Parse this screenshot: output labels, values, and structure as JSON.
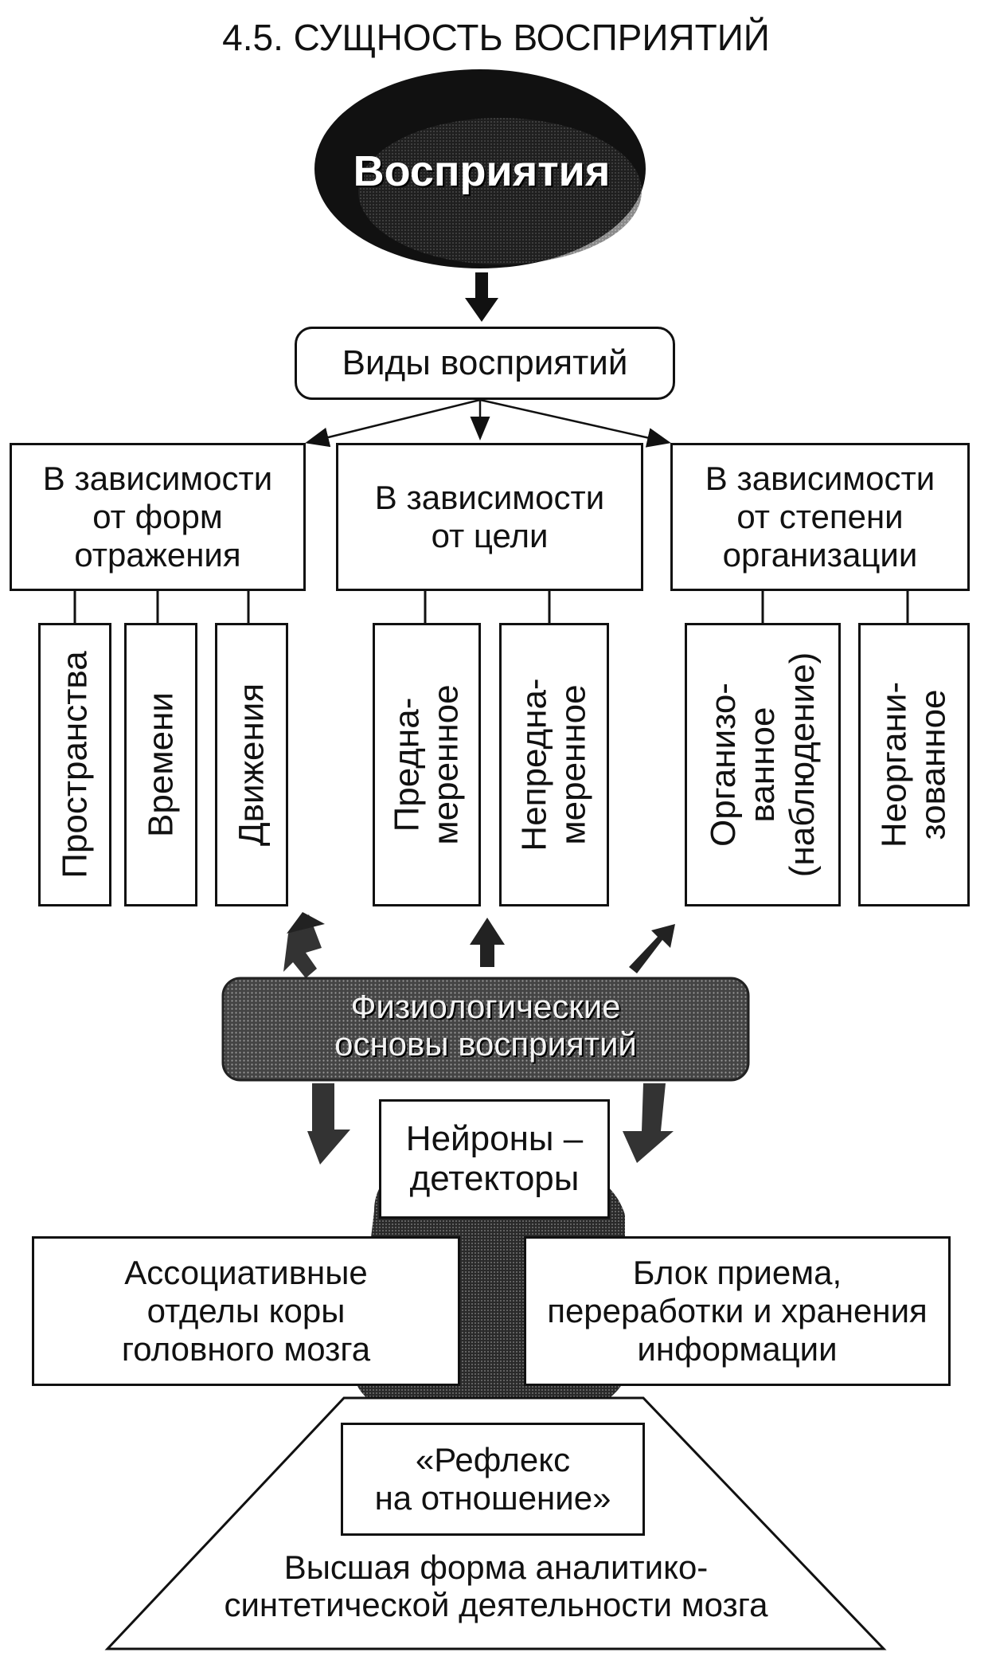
{
  "title": "4.5. СУЩНОСТЬ ВОСПРИЯТИЙ",
  "center_ellipse": "Восприятия",
  "types_box": "Виды восприятий",
  "categories": [
    {
      "label": "В зависимости\nот форм\nотражения",
      "items": [
        "Пространства",
        "Времени",
        "Движения"
      ]
    },
    {
      "label": "В зависимости\nот цели",
      "items": [
        "Предна-\nмеренное",
        "Непредна-\nмеренное"
      ]
    },
    {
      "label": "В зависимости\nот степени\nорганизации",
      "items": [
        "Организо-\nванное\n(наблюдение)",
        "Неоргани-\nзованное"
      ]
    }
  ],
  "physiology_banner": "Физиологические\nосновы восприятий",
  "neurons_box": "Нейроны –\nдетекторы",
  "left_block": "Ассоциативные\nотделы коры\nголовного мозга",
  "right_block": "Блок приема,\nпереработки и хранения\nинформации",
  "reflex_box": "«Рефлекс\nна отношение»",
  "pyramid_text": "Высшая форма аналитико-\nсинтетической деятельности мозга"
}
